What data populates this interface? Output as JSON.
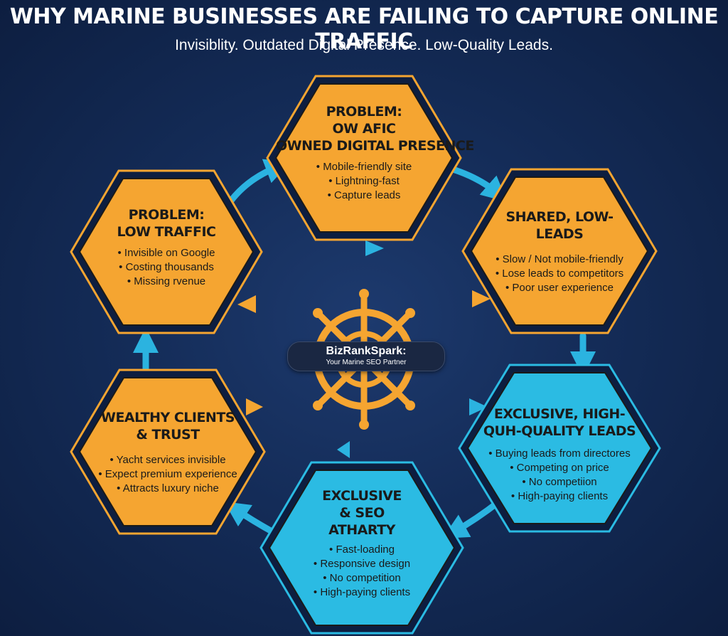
{
  "header": {
    "title": "WHY MARINE BUSINESSES ARE FAILING TO CAPTURE ONLINE TRAFFIC",
    "subtitle": "Invisiblity. Outdated Digital Presence. Low-Quality Leads."
  },
  "hexagons": [
    {
      "heading": [
        "PROBLEM:",
        "OW AFIC",
        "OWNED DIGITAL PRESENCE"
      ],
      "bullets": [
        "Mobile-friendly site",
        "Lightning-fast",
        "Capture leads"
      ]
    },
    {
      "heading": [
        "SHARED, LOW-",
        "LEADS"
      ],
      "bullets": [
        "Slow / Not mobile-friendly",
        "Lose leads to competitors",
        "Poor user experience"
      ]
    },
    {
      "heading": [
        "EXCLUSIVE, HIGH-",
        "QUH-QUALITY LEADS"
      ],
      "bullets": [
        "Buying leads from directores",
        "Competing on price",
        "No competiion",
        "High-paying clients"
      ]
    },
    {
      "heading": [
        "EXCLUSIVE",
        "& SEO",
        "ATHARTY"
      ],
      "bullets": [
        "Fast-loading",
        "Responsive design",
        "No competition",
        "High-paying clients"
      ]
    },
    {
      "heading": [
        "WEALTHY CLIENTS",
        "& TRUST"
      ],
      "bullets": [
        "Yacht services invisible",
        "Expect premium experience",
        "Attracts luxury niche"
      ]
    },
    {
      "heading": [
        "PROBLEM:",
        "LOW TRAFFIC"
      ],
      "bullets": [
        "Invisible on Google",
        "Costing thousands",
        "Missing rvenue"
      ]
    }
  ],
  "center": {
    "brand": "BizRankSpark:",
    "tagline": "Your Marine SEO Partner",
    "icon": "ship-wheel-icon"
  },
  "colors": {
    "orange": "#f5a531",
    "cyan": "#2bbbe3",
    "arrow": "#2bb3e0",
    "triangle": "#f5a531"
  }
}
